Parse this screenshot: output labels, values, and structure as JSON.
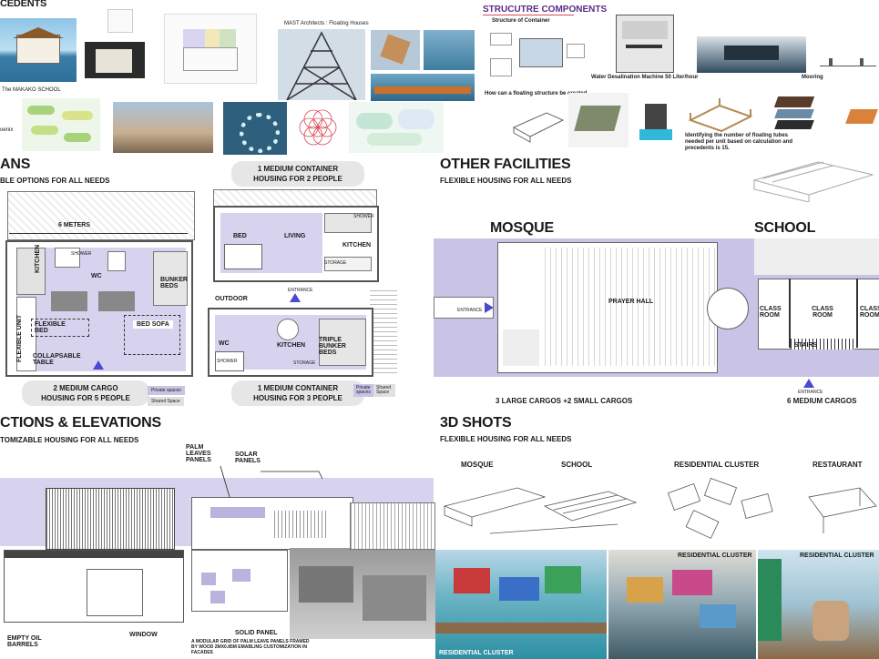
{
  "precedents": {
    "title": "CEDENTS",
    "makoko_caption": "The MAKAKO SCHOOL",
    "mast_caption": "MAST Architects : Floating Houses",
    "phoenix_caption": "oenix"
  },
  "structure": {
    "title": "STRUCUTRE COMPONENTS",
    "container_caption": "Structure of Container",
    "desal_caption": "Water Desalination Machine 50 Liter/hour",
    "mooring_caption": "Mooring",
    "floating_caption": "How can a floating structure be created.",
    "tubes_caption": "Identifying the number of floating tubes needed per unit based on calculation and precedents is 15."
  },
  "plans": {
    "title": "ANS",
    "subtitle": "BLE OPTIONS FOR ALL NEEDS",
    "cargo_width": "6 METERS",
    "labels": {
      "kitchen": "KITCHEN",
      "wc": "WC",
      "shower": "SHOWER",
      "bunker_beds": "BUNKER BEDS",
      "flexible_unit": "FLEXIBLE UNIT",
      "flexible_bed": "FLEXIBLE BED",
      "bed_sofa": "BED SOFA",
      "collapsable_table": "COLLAPSABLE TABLE",
      "bed": "BED",
      "living": "LIVING",
      "kitchen2": "KITCHEN",
      "storage": "STORAGE",
      "entrance": "ENTRANCE",
      "outdoor": "OUTDOOR",
      "wc2": "WC",
      "shower2": "SHOWER",
      "kitchen3": "KITCHEN",
      "triple_bunker": "TRIPLE BUNKER BEDS",
      "storage2": "STORAGE"
    },
    "medium2_l1": "1 MEDIUM CONTAINER",
    "medium2_l2": "HOUSING FOR 2 PEOPLE",
    "cargo5_l1": "2 MEDIUM CARGO",
    "cargo5_l2": "HOUSING FOR 5 PEOPLE",
    "medium3_l1": "1 MEDIUM CONTAINER",
    "medium3_l2": "HOUSING FOR 3 PEOPLE",
    "legend_private": "Private spaces",
    "legend_shared": "Shared Space"
  },
  "facilities": {
    "title": "OTHER FACILITIES",
    "subtitle": "FLEXIBLE HOUSING FOR ALL NEEDS",
    "mosque": "MOSQUE",
    "school": "SCHOOL",
    "prayer_hall": "PRAYER HALL",
    "entrance": "ENTRANCE",
    "classroom": "CLASS ROOM",
    "stairs": "STAIRS",
    "mosque_count": "3 LARGE CARGOS +2 SMALL CARGOS",
    "school_count": "6 MEDIUM CARGOS"
  },
  "sections": {
    "title": "CTIONS & ELEVATIONS",
    "subtitle": "TOMIZABLE HOUSING FOR ALL NEEDS",
    "palm_panels": "PALM LEAVES PANELS",
    "solar_panels": "SOLAR PANELS",
    "window": "WINDOW",
    "solid_panel": "SOLID PANEL",
    "modular_grid": "A MODULAR GRID OF PALM LEAVE PANELS FRAMED BY WOOD 2MX0.85M EMABLING CUSTOMIZATION IN FACADES",
    "empty_barrels": "EMPTY OIL BARRELS"
  },
  "shots": {
    "title": "3D SHOTS",
    "subtitle": "FLEXIBLE HOUSING FOR ALL NEEDS",
    "mosque": "MOSQUE",
    "school": "SCHOOL",
    "residential": "RESIDENTIAL CLUSTER",
    "restaurant": "RESTAURANT",
    "res1": "RESIDENTIAL CLUSTER",
    "res2": "RESIDENTIAL CLUSTER",
    "res3": "RESIDENTIAL CLUSTER"
  },
  "colors": {
    "accent_purple": "#c9c3e6",
    "entrance_blue": "#4a4ad0",
    "structure_title": "#5b2a86"
  }
}
